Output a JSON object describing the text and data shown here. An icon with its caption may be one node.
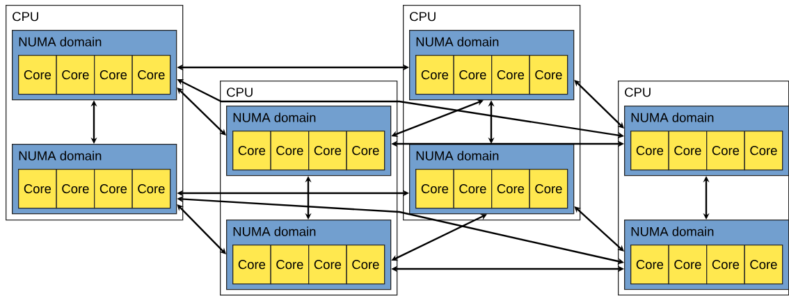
{
  "diagram": {
    "nodes": [
      {
        "text": [
          "CPU"
        ]
      },
      {
        "text": [
          "NUMA domain"
        ],
        "in": 0
      },
      {
        "text": [
          "Core"
        ],
        "in": 1
      },
      {
        "text": [
          "Core"
        ],
        "in": 1
      },
      {
        "text": [
          "Core"
        ],
        "in": 1
      },
      {
        "text": [
          "Core"
        ],
        "in": 1
      },
      {
        "text": [
          "NUMA domain"
        ],
        "in": 0
      },
      {
        "text": [
          "Core"
        ],
        "in": 6
      },
      {
        "text": [
          "Core"
        ],
        "in": 6
      },
      {
        "text": [
          "Core"
        ],
        "in": 6
      },
      {
        "text": [
          "Core"
        ],
        "in": 6
      },
      {
        "text": [
          "CPU"
        ]
      },
      {
        "text": [
          "NUMA domain"
        ],
        "in": 11
      },
      {
        "text": [
          "Core"
        ],
        "in": 12
      },
      {
        "text": [
          "Core"
        ],
        "in": 12
      },
      {
        "text": [
          "Core"
        ],
        "in": 12
      },
      {
        "text": [
          "Core"
        ],
        "in": 12
      },
      {
        "text": [
          "NUMA domain"
        ],
        "in": 11
      },
      {
        "text": [
          "Core"
        ],
        "in": 17
      },
      {
        "text": [
          "Core"
        ],
        "in": 17
      },
      {
        "text": [
          "Core"
        ],
        "in": 17
      },
      {
        "text": [
          "Core"
        ],
        "in": 17
      },
      {
        "text": [
          "CPU"
        ]
      },
      {
        "text": [
          "NUMA domain"
        ],
        "in": 22
      },
      {
        "text": [
          "Core"
        ],
        "in": 23
      },
      {
        "text": [
          "Core"
        ],
        "in": 23
      },
      {
        "text": [
          "Core"
        ],
        "in": 23
      },
      {
        "text": [
          "Core"
        ],
        "in": 23
      },
      {
        "text": [
          "NUMA domain"
        ],
        "in": 22
      },
      {
        "text": [
          "Core"
        ],
        "in": 28
      },
      {
        "text": [
          "Core"
        ],
        "in": 28
      },
      {
        "text": [
          "Core"
        ],
        "in": 28
      },
      {
        "text": [
          "Core"
        ],
        "in": 28
      },
      {
        "text": [
          "CPU"
        ]
      },
      {
        "text": [
          "NUMA domain"
        ],
        "in": 33
      },
      {
        "text": [
          "Core"
        ],
        "in": 34
      },
      {
        "text": [
          "Core"
        ],
        "in": 34
      },
      {
        "text": [
          "Core"
        ],
        "in": 34
      },
      {
        "text": [
          "Core"
        ],
        "in": 34
      },
      {
        "text": [
          "NUMA domain"
        ],
        "in": 33
      },
      {
        "text": [
          "Core"
        ],
        "in": 39
      },
      {
        "text": [
          "Core"
        ],
        "in": 39
      },
      {
        "text": [
          "Core"
        ],
        "in": 39
      },
      {
        "text": [
          "Core"
        ],
        "in": 39
      }
    ],
    "edges": [
      {
        "from": 1,
        "to": 6,
        "arrow": "both"
      },
      {
        "from": 1,
        "to": 23,
        "arrow": "both"
      },
      {
        "from": 1,
        "to": 12,
        "arrow": "both"
      },
      {
        "from": 1,
        "to": 34,
        "arrow": "both"
      },
      {
        "from": 6,
        "to": 17,
        "arrow": "both"
      },
      {
        "from": 6,
        "to": 28,
        "arrow": "both"
      },
      {
        "from": 6,
        "to": 39,
        "arrow": "both"
      },
      {
        "from": 12,
        "to": 17,
        "arrow": "both"
      },
      {
        "from": 12,
        "to": 23,
        "arrow": "both"
      },
      {
        "from": 12,
        "to": 34,
        "arrow": "both"
      },
      {
        "from": 17,
        "to": 28,
        "arrow": "both"
      },
      {
        "from": 17,
        "to": 39,
        "arrow": "both"
      },
      {
        "from": 23,
        "to": 28,
        "arrow": "both"
      },
      {
        "from": 23,
        "to": 34,
        "arrow": "both"
      },
      {
        "from": 28,
        "to": 39,
        "arrow": "both"
      },
      {
        "from": 34,
        "to": 39,
        "arrow": "both"
      }
    ]
  }
}
